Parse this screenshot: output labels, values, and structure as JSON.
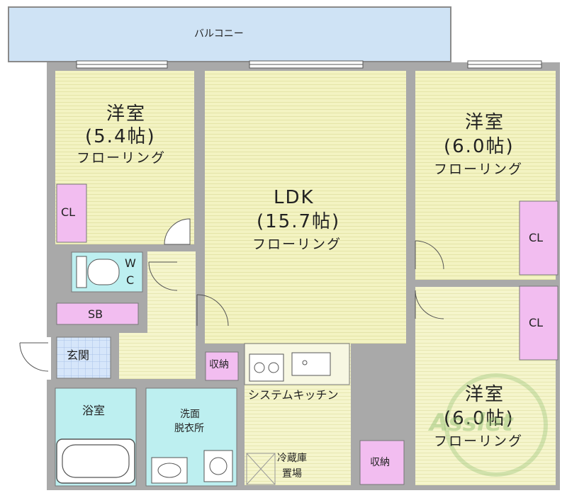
{
  "balcony": {
    "label": "バルコニー"
  },
  "rooms": {
    "bedroom_nw": {
      "name": "洋室",
      "size": "(5.4帖)",
      "floor": "フローリング"
    },
    "ldk": {
      "name": "LDK",
      "size": "(15.7帖)",
      "floor": "フローリング"
    },
    "bedroom_ne": {
      "name": "洋室",
      "size": "(6.0帖)",
      "floor": "フローリング"
    },
    "bedroom_se": {
      "name": "洋室",
      "size": "(6.0帖)",
      "floor": "フローリング"
    }
  },
  "closets": {
    "nw": "CL",
    "ne": "CL",
    "se": "CL"
  },
  "wc": {
    "line1": "W",
    "line2": "C"
  },
  "shoe_box": "SB",
  "entrance": "玄関",
  "storage": {
    "ldk": "収納",
    "kitchen_side": "収納"
  },
  "kitchen": "システムキッチン",
  "fridge": {
    "line1": "冷蔵庫",
    "line2": "置場"
  },
  "bath": "浴室",
  "washroom": {
    "line1": "洗面",
    "line2": "脱衣所"
  },
  "watermark": "Asslet",
  "colors": {
    "wall": "#a9a9a9",
    "floor": "#f3f3c2",
    "floor_line": "#e7e7ad",
    "wet": "#bdeff0",
    "closet": "#f2bdf0",
    "balcony": "#cfe3f5",
    "kitchen": "#f7f7e2"
  }
}
